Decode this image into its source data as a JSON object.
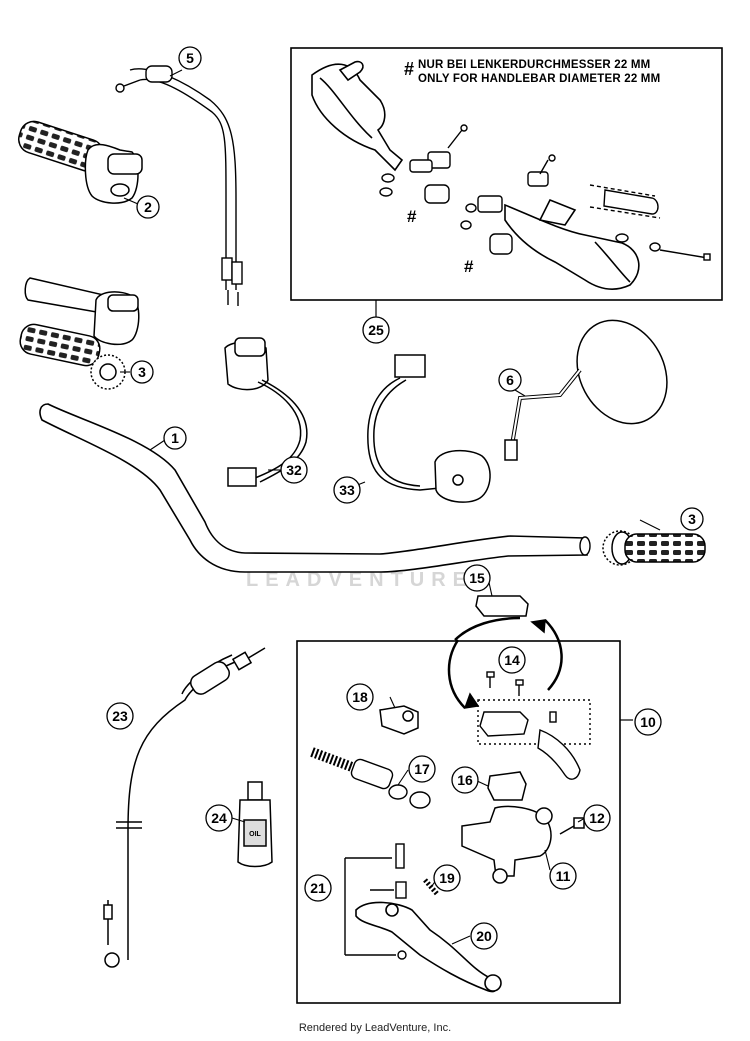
{
  "note": {
    "line1": "NUR BEI LENKERDURCHMESSER 22 MM",
    "line2": "ONLY FOR HANDLEBAR DIAMETER 22 MM",
    "hash": "#"
  },
  "watermark": "LEADVENTURE",
  "footer": "Rendered by LeadVenture, Inc.",
  "oil_label": "OIL",
  "callouts": [
    "1",
    "2",
    "3",
    "3",
    "5",
    "6",
    "10",
    "11",
    "12",
    "14",
    "15",
    "16",
    "17",
    "18",
    "19",
    "20",
    "21",
    "23",
    "24",
    "25",
    "32",
    "33"
  ]
}
